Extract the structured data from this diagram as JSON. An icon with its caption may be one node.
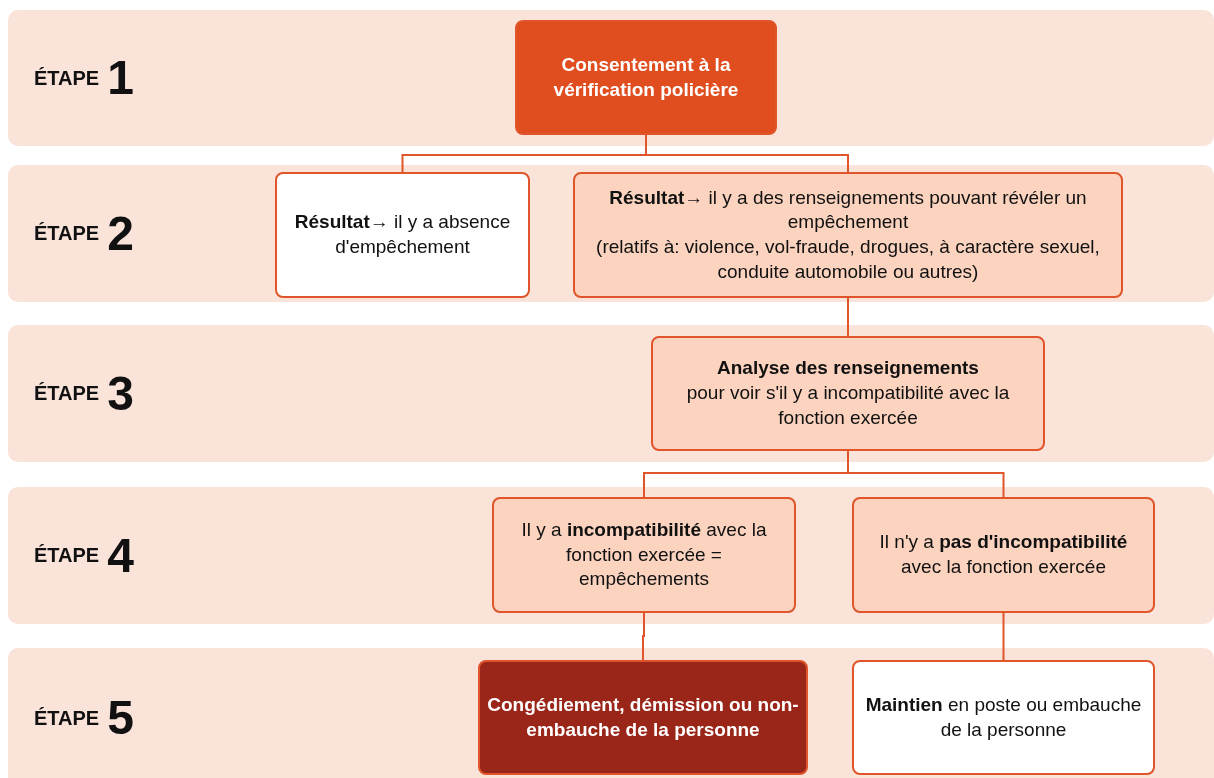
{
  "diagram": {
    "nodes": [
      {
        "text": [
          "ÉTAPE",
          "1"
        ]
      },
      {
        "text": [
          "Consentement à la vérification policière"
        ],
        "in": 0
      },
      {
        "text": [
          "ÉTAPE",
          "2"
        ]
      },
      {
        "text": [
          "**Résultat**→ il y a absence d'empêchement"
        ],
        "in": 2
      },
      {
        "text": [
          "**Résultat**→ il y a des renseignements pouvant révéler un empêchement",
          "(relatifs à: violence, vol-fraude, drogues, à caractère sexuel, conduite automobile ou autres)"
        ],
        "in": 2
      },
      {
        "text": [
          "ÉTAPE",
          "3"
        ]
      },
      {
        "text": [
          "Analyse des renseignements",
          "pour voir s'il y a incompatibilité avec la fonction exercée"
        ],
        "in": 5
      },
      {
        "text": [
          "ÉTAPE",
          "4"
        ]
      },
      {
        "text": [
          "Il y a **incompatibilité** avec la fonction exercée =  empêchements"
        ],
        "in": 7
      },
      {
        "text": [
          "Il n'y a **pas d'incompatibilité** avec la fonction exercée"
        ],
        "in": 7
      },
      {
        "text": [
          "ÉTAPE",
          "5"
        ]
      },
      {
        "text": [
          "Congédiement, démission ou non-embauche de la personne"
        ],
        "in": 10
      },
      {
        "text": [
          "**Maintien** en poste ou embauche de la personne"
        ],
        "in": 10
      }
    ],
    "edges": [
      {
        "from": 1,
        "to": 3,
        "arrow": "none"
      },
      {
        "from": 1,
        "to": 4,
        "arrow": "none"
      },
      {
        "from": 4,
        "to": 6,
        "arrow": "none"
      },
      {
        "from": 6,
        "to": 8,
        "arrow": "none"
      },
      {
        "from": 6,
        "to": 9,
        "arrow": "none"
      },
      {
        "from": 8,
        "to": 11,
        "arrow": "none"
      },
      {
        "from": 9,
        "to": 12,
        "arrow": "none"
      }
    ]
  }
}
